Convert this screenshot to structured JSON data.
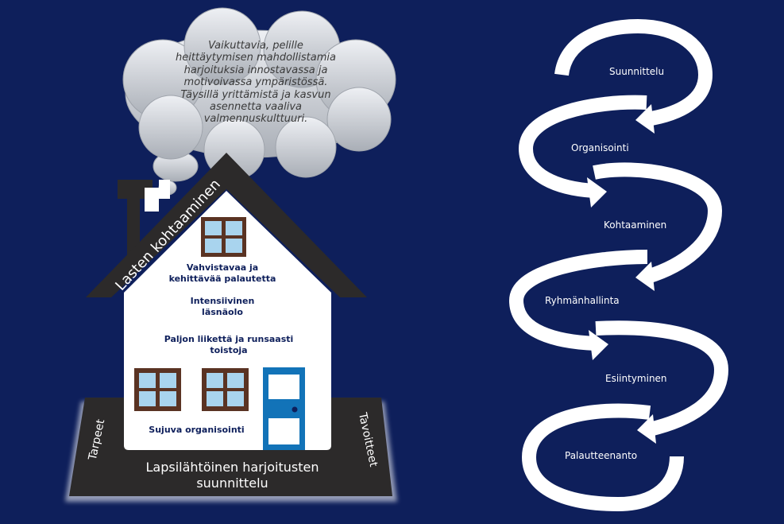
{
  "cloud": {
    "text": "Vaikuttavia, pelille heittäytymisen mahdollistamia harjoituksia innostavassa ja motivoivassa ympäristössä. Täysillä yrittämistä ja kasvun asennetta vaaliva valmennuskulttuuri."
  },
  "house": {
    "roof_label": "Lasten kohtaaminen",
    "feedback": "Vahvistavaa ja kehittävää palautetta",
    "presence": "Intensiivinen läsnäolo",
    "movement": "Paljon liikettä ja runsaasti toistoja",
    "organisation": "Sujuva organisointi"
  },
  "base": {
    "main": "Lapsilähtöinen harjoitusten suunnittelu",
    "left": "Tarpeet",
    "right": "Tavoitteet"
  },
  "cycle": {
    "steps": [
      "Suunnittelu",
      "Organisointi",
      "Kohtaaminen",
      "Ryhmänhallinta",
      "Esiintyminen",
      "Palautteenanto"
    ]
  },
  "colors": {
    "background": "#0e1f5b",
    "roof": "#2c2a2a",
    "house_wall": "#ffffff",
    "window_frame": "#5a3323",
    "window_glass": "#a9d4ee",
    "door": "#1273b8",
    "house_text": "#0e1f5b",
    "arrow": "#ffffff"
  }
}
